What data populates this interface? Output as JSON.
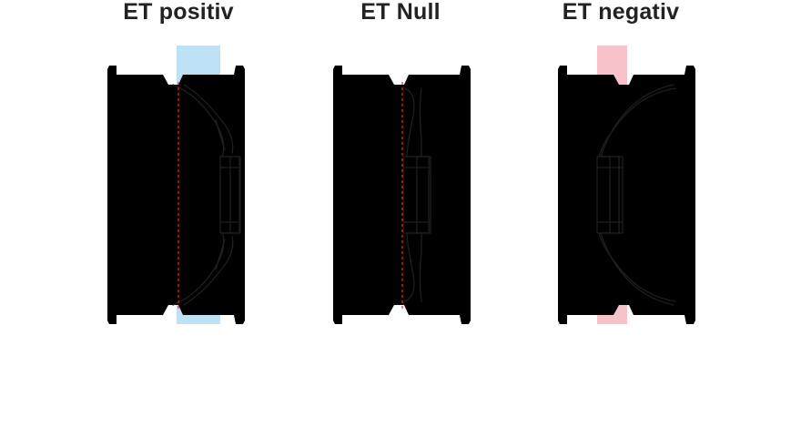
{
  "panels": [
    {
      "id": "positive",
      "title": "ET positiv",
      "highlight_color": "#bfe1f6"
    },
    {
      "id": "null",
      "title": "ET Null",
      "highlight_color": null
    },
    {
      "id": "negative",
      "title": "ET negativ",
      "highlight_color": "#f8c2cb"
    }
  ],
  "colors": {
    "outline": "#1f1f1f",
    "centerline": "#e03030",
    "title": "#222222"
  }
}
